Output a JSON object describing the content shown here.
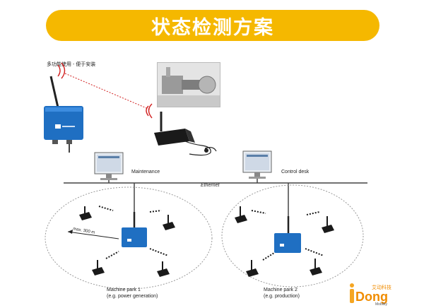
{
  "title": "状态检测方案",
  "subtitle": "多功能使用  -  便于安装",
  "photo_caption": "",
  "top_link_label": "",
  "network": {
    "ethernet_label": "Ethernet",
    "maintenance_label": "Maintenance",
    "control_desk_label": "Control desk"
  },
  "park1": {
    "line1": "Machine park 1",
    "line2": "(e.g. power generation)",
    "range_label": "max. 300 m"
  },
  "park2": {
    "line1": "Machine park 2",
    "line2": "(e.g. production)"
  },
  "logo": {
    "brand": "Dong",
    "initial": "i",
    "cn": "艾动科技",
    "tag": "Mobility"
  },
  "colors": {
    "title_bar": "#f5b800",
    "device_blue": "#1f6fc2",
    "signal_red": "#d11f1f",
    "ethernet_line": "#444444",
    "circle_outline": "#999999"
  }
}
